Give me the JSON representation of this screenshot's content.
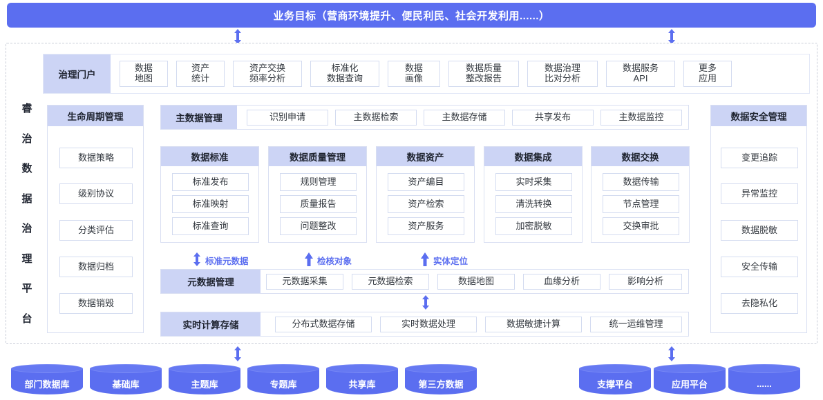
{
  "goal": {
    "text": "业务目标（营商环境提升、便民利民、社会开发利用......）"
  },
  "platform": {
    "vertical_title": "睿治数据治理平台",
    "vertical_chars": [
      "睿",
      "治",
      "数",
      "据",
      "治",
      "理",
      "平",
      "台"
    ]
  },
  "portal": {
    "header": "治理门户",
    "items": [
      "数据\n地图",
      "资产\n统计",
      "资产交换\n频率分析",
      "标准化\n数据查询",
      "数据\n画像",
      "数据质量\n整改报告",
      "数据治理\n比对分析",
      "数据服务\nAPI",
      "更多\n应用"
    ]
  },
  "lifecycle": {
    "header": "生命周期管理",
    "items": [
      "数据策略",
      "级别协议",
      "分类评估",
      "数据归档",
      "数据销毁"
    ]
  },
  "security": {
    "header": "数据安全管理",
    "items": [
      "变更追踪",
      "异常监控",
      "数据脱敏",
      "安全传输",
      "去隐私化"
    ]
  },
  "master_data": {
    "header": "主数据管理",
    "items": [
      "识别申请",
      "主数据检索",
      "主数据存储",
      "共享发布",
      "主数据监控"
    ]
  },
  "mid_columns": [
    {
      "header": "数据标准",
      "items": [
        "标准发布",
        "标准映射",
        "标准查询"
      ]
    },
    {
      "header": "数据质量管理",
      "items": [
        "规则管理",
        "质量报告",
        "问题整改"
      ]
    },
    {
      "header": "数据资产",
      "items": [
        "资产编目",
        "资产检索",
        "资产服务"
      ]
    },
    {
      "header": "数据集成",
      "items": [
        "实时采集",
        "清洗转换",
        "加密脱敏"
      ]
    },
    {
      "header": "数据交换",
      "items": [
        "数据传输",
        "节点管理",
        "交换审批"
      ]
    }
  ],
  "arrow_captions": [
    {
      "label": "标准元数据",
      "icon": "double-arrow-vertical-icon"
    },
    {
      "label": "检核对象",
      "icon": "up-arrow-icon"
    },
    {
      "label": "实体定位",
      "icon": "up-arrow-icon"
    }
  ],
  "metadata": {
    "header": "元数据管理",
    "items": [
      "元数据采集",
      "元数据检索",
      "数据地图",
      "血缘分析",
      "影响分析"
    ]
  },
  "realtime": {
    "header": "实时计算存储",
    "items": [
      "分布式数据存储",
      "实时数据处理",
      "数据敏捷计算",
      "统一运维管理"
    ]
  },
  "sources_left": [
    "部门数据库",
    "基础库",
    "主题库",
    "专题库",
    "共享库",
    "第三方数据"
  ],
  "sources_right": [
    "支撑平台",
    "应用平台",
    "......"
  ],
  "colors": {
    "accent": "#5b6ef0",
    "header_fill": "#ccd4f5",
    "cell_border": "#d3dbf0",
    "dashed_border": "#c9cdd8",
    "text": "#2b2f3a"
  }
}
